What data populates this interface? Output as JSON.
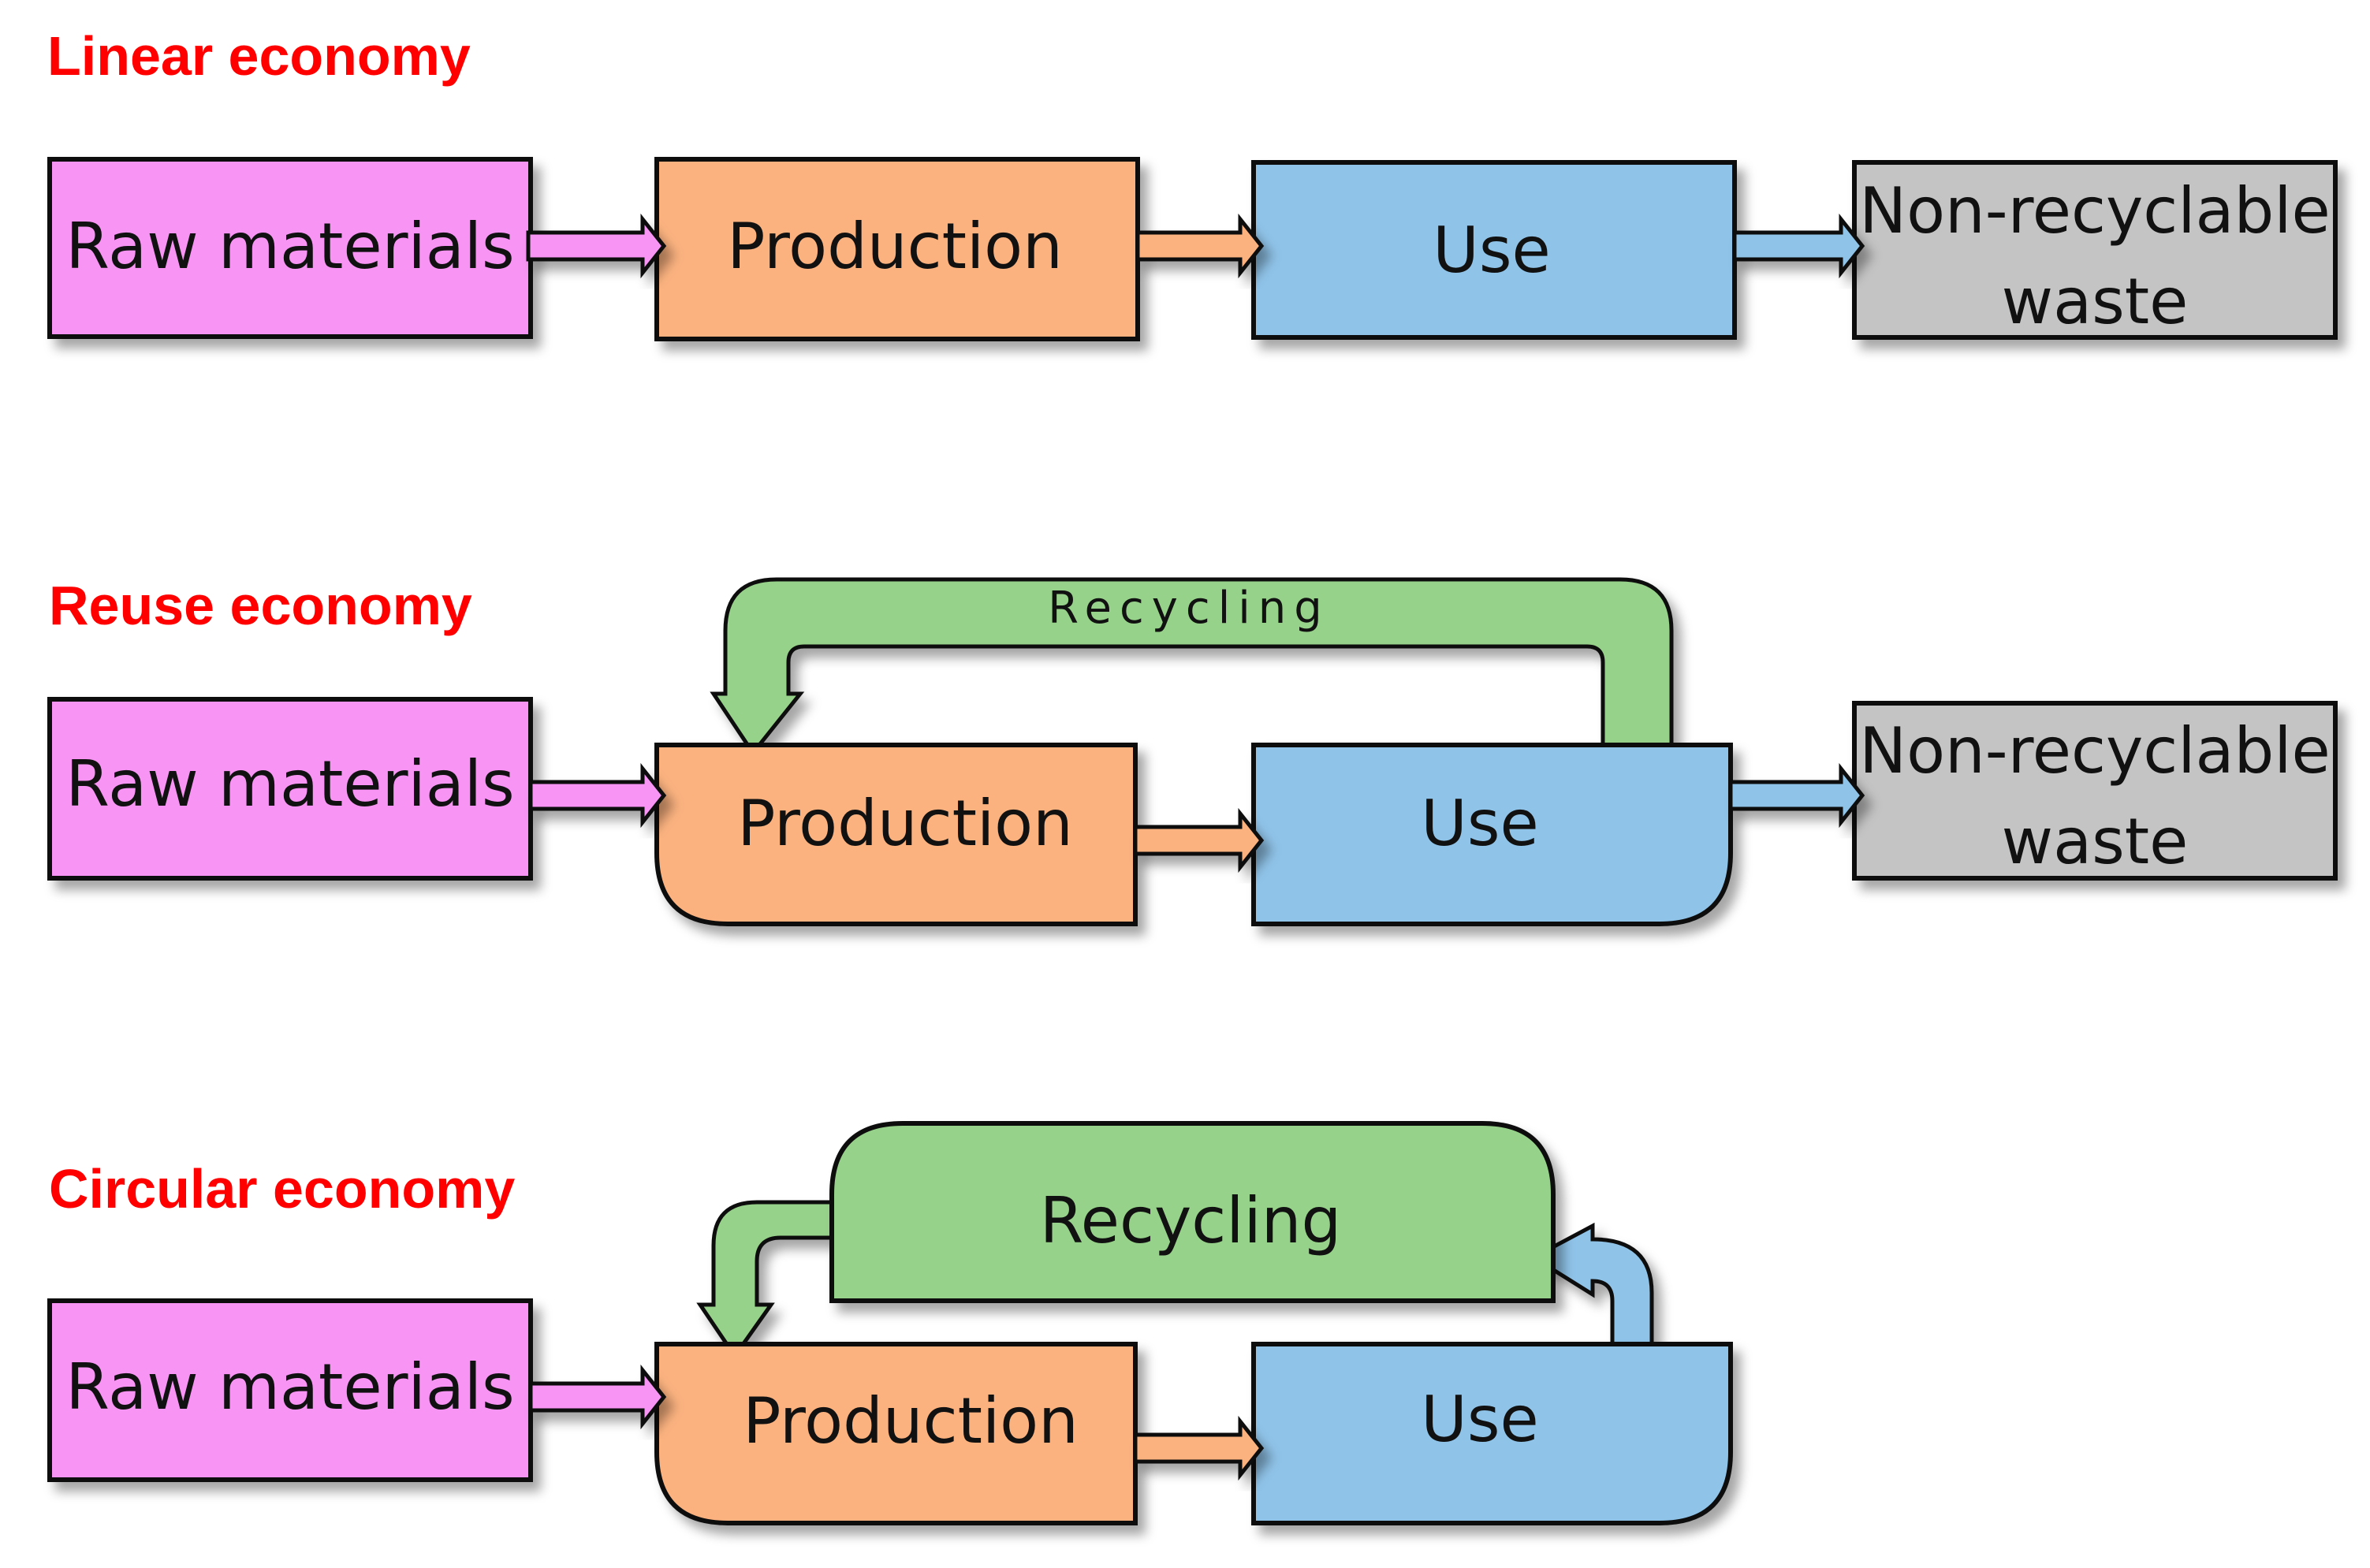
{
  "colors": {
    "title": "#ff0000",
    "raw_materials": "#f895f4",
    "production": "#fbb27f",
    "use": "#8fc3e8",
    "waste": "#c4c4c4",
    "recycling": "#97d28a"
  },
  "linear": {
    "title": "Linear economy",
    "raw_materials": "Raw materials",
    "production": "Production",
    "use": "Use",
    "waste_line1": "Non-recyclable",
    "waste_line2": "waste"
  },
  "reuse": {
    "title": "Reuse economy",
    "raw_materials": "Raw materials",
    "production": "Production",
    "use": "Use",
    "recycling": "Recycling",
    "waste_line1": "Non-recyclable",
    "waste_line2": "waste"
  },
  "circular": {
    "title": "Circular economy",
    "raw_materials": "Raw materials",
    "production": "Production",
    "use": "Use",
    "recycling": "Recycling"
  }
}
